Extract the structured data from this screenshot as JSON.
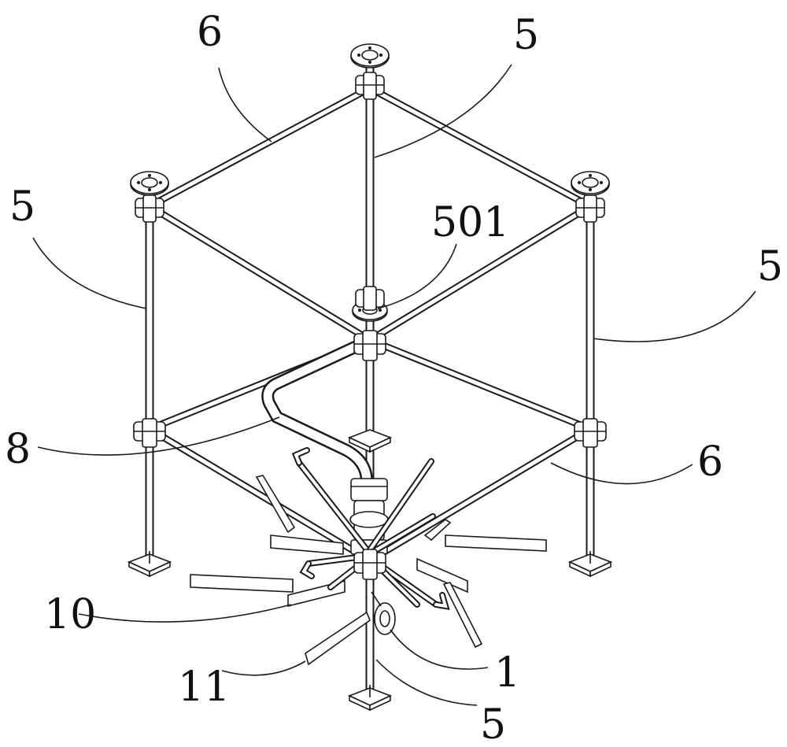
{
  "figure": {
    "labels": [
      {
        "id": "label-6-top",
        "text": "6"
      },
      {
        "id": "label-5-top",
        "text": "5"
      },
      {
        "id": "label-5-left",
        "text": "5"
      },
      {
        "id": "label-501",
        "text": "501"
      },
      {
        "id": "label-5-right",
        "text": "5"
      },
      {
        "id": "label-8",
        "text": "8"
      },
      {
        "id": "label-6-right",
        "text": "6"
      },
      {
        "id": "label-10",
        "text": "10"
      },
      {
        "id": "label-1",
        "text": "1"
      },
      {
        "id": "label-11",
        "text": "11"
      },
      {
        "id": "label-5-bottom",
        "text": "5"
      }
    ]
  }
}
